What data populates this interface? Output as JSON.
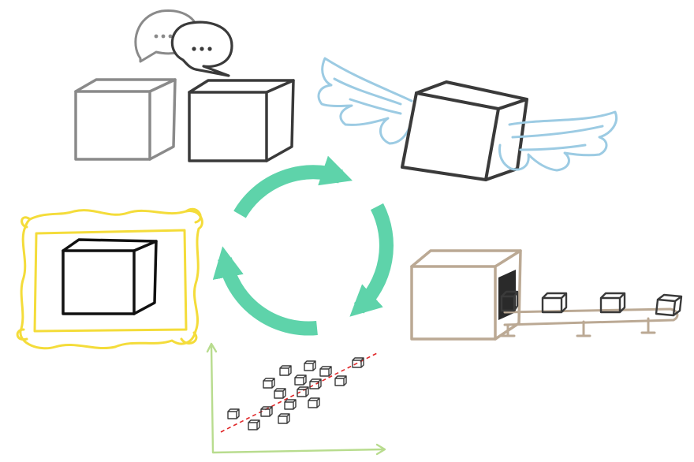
{
  "diagram": {
    "type": "cycle",
    "center": {
      "element": "circular-arrows",
      "arrow_count": 3,
      "direction": "clockwise"
    },
    "nodes": [
      {
        "id": "talking-boxes",
        "icon": "speech-bubbles-over-boxes"
      },
      {
        "id": "winged-box",
        "icon": "box-with-wings"
      },
      {
        "id": "factory-conveyor",
        "icon": "machine-with-conveyor-belt"
      },
      {
        "id": "scatter-plot",
        "icon": "boxes-scatter-with-trend-line"
      },
      {
        "id": "framed-box",
        "icon": "box-in-picture-frame"
      }
    ]
  },
  "colors": {
    "cycle_arrows": "#5ed3aa",
    "gray_box": "#8a8a8a",
    "dark_stroke": "#3a3a3a",
    "wings": "#9ccbe3",
    "factory": "#bba994",
    "frame": "#f4dc3a",
    "plot_axes": "#b8dc8e",
    "trend_line": "#e0282a",
    "black_box": "#111111"
  }
}
